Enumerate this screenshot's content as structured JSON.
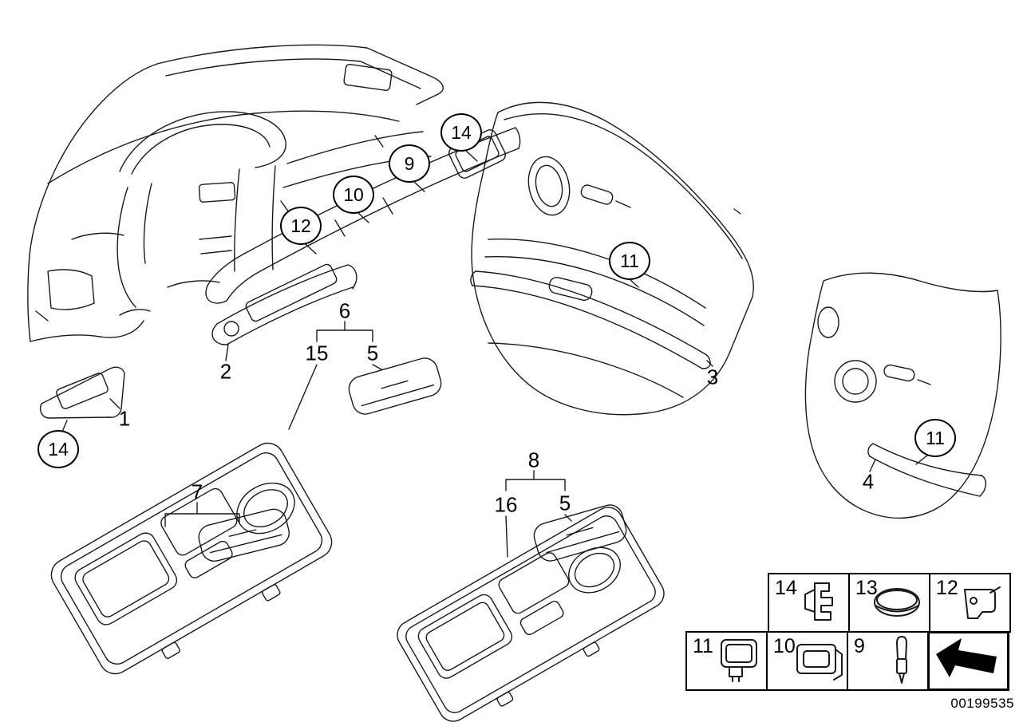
{
  "meta": {
    "part_number": "00199535"
  },
  "callouts": {
    "circled": [
      {
        "label": "14"
      },
      {
        "label": "9"
      },
      {
        "label": "10"
      },
      {
        "label": "12"
      },
      {
        "label": "11"
      },
      {
        "label": "14"
      },
      {
        "label": "11"
      }
    ],
    "plain": [
      {
        "label": "1"
      },
      {
        "label": "2"
      },
      {
        "label": "3"
      },
      {
        "label": "4"
      },
      {
        "label": "6"
      },
      {
        "label": "15"
      },
      {
        "label": "5"
      },
      {
        "label": "7"
      },
      {
        "label": "8"
      },
      {
        "label": "16"
      },
      {
        "label": "5"
      }
    ]
  },
  "legend": {
    "row1": [
      {
        "label": "14",
        "icon": "clip-icon"
      },
      {
        "label": "13",
        "icon": "oval-cap-icon"
      },
      {
        "label": "12",
        "icon": "bracket-icon"
      }
    ],
    "row2": [
      {
        "label": "11",
        "icon": "switch-bezel-icon"
      },
      {
        "label": "10",
        "icon": "square-bezel-icon"
      },
      {
        "label": "9",
        "icon": "pin-icon"
      },
      {
        "label": "",
        "icon": "direction-arrow-icon"
      }
    ]
  }
}
